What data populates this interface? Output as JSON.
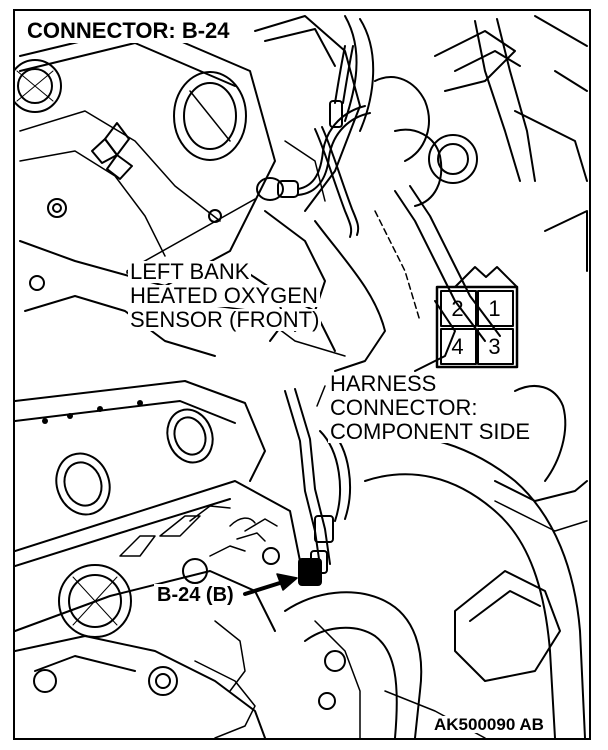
{
  "diagram": {
    "title": "CONNECTOR: B-24",
    "sensor_label_lines": [
      "LEFT BANK",
      "HEATED OXYGEN",
      "SENSOR (FRONT)"
    ],
    "harness_label_lines": [
      "HARNESS",
      "CONNECTOR:",
      "COMPONENT SIDE"
    ],
    "connector_pins": [
      "2",
      "1",
      "4",
      "3"
    ],
    "callout": "B-24 (B)",
    "figure_code": "AK500090 AB"
  }
}
